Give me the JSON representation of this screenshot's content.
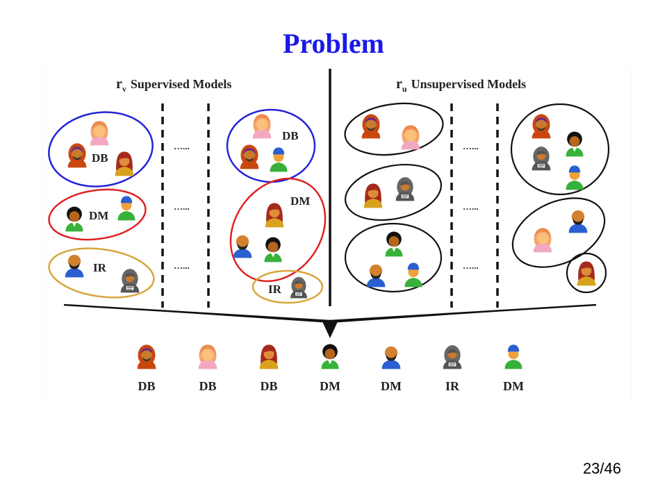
{
  "slide": {
    "title": "Problem",
    "page_number": "23/46"
  },
  "diagram": {
    "left_panel": {
      "symbol": "r",
      "subscript": "v",
      "label": "Supervised Models"
    },
    "right_panel": {
      "symbol": "r",
      "subscript": "u",
      "label": "Unsupervised Models"
    },
    "ellipsis": "…...",
    "cluster_labels": {
      "db": "DB",
      "dm": "DM",
      "ir": "IR"
    },
    "final_labels": [
      "DB",
      "DB",
      "DB",
      "DM",
      "DM",
      "IR",
      "DM"
    ],
    "colors": {
      "db_cluster": "#2323d9",
      "dm_cluster": "#e02020",
      "ir_cluster": "#d8a53a",
      "unsupervised_cluster": "#111111",
      "title": "#1a1ae6"
    },
    "icons": [
      "person-orange-hood-icon",
      "person-pink-hood-icon",
      "person-red-hair-icon",
      "person-afro-green-icon",
      "person-beard-blue-icon",
      "person-gray-hood-icon",
      "person-blue-cap-icon"
    ]
  }
}
